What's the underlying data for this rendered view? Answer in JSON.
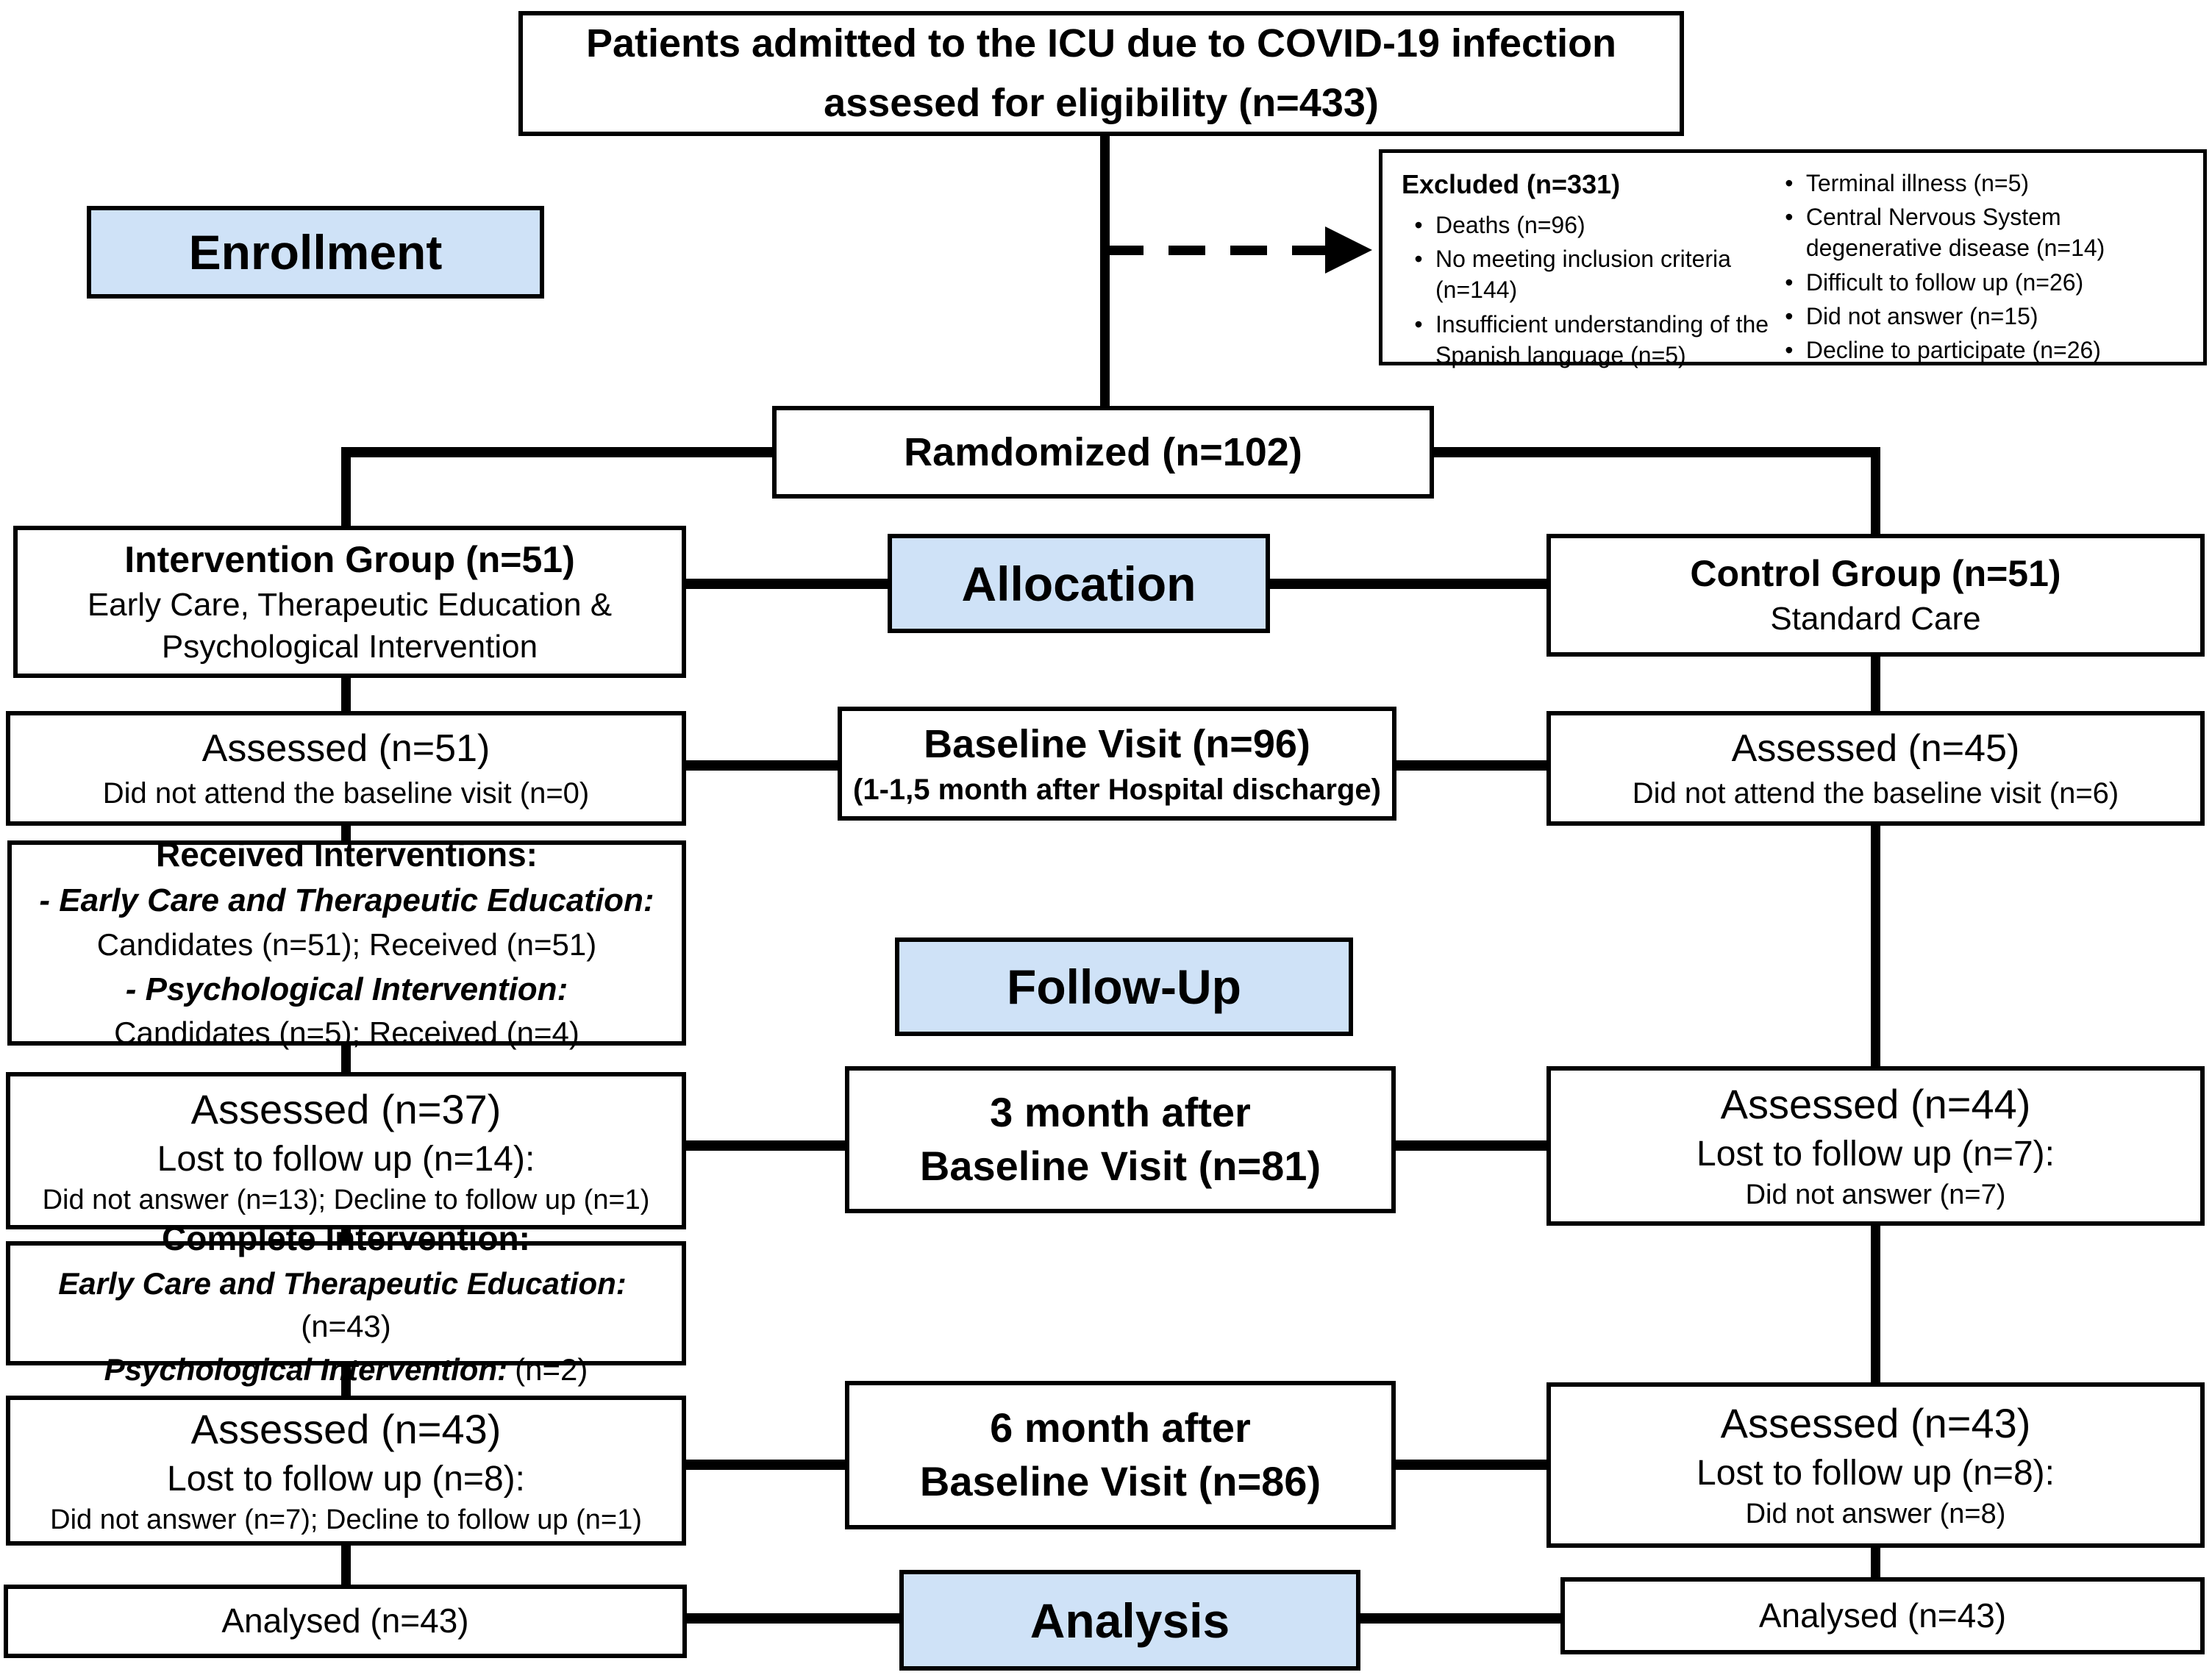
{
  "colors": {
    "stage_label_bg": "#cfe2f7",
    "line_color": "#000000",
    "box_bg": "#ffffff"
  },
  "icons": {
    "bullet": "•"
  },
  "stages": {
    "enrollment": "Enrollment",
    "allocation": "Allocation",
    "followup": "Follow-Up",
    "analysis": "Analysis"
  },
  "eligibility": {
    "text": "Patients admitted to the ICU due to COVID-19 infection assesed for eligibility (n=433)"
  },
  "excluded": {
    "title": "Excluded (n=331)",
    "left_items": [
      "Deaths (n=96)",
      "No meeting inclusion criteria (n=144)",
      "Insufficient understanding of the Spanish language (n=5)"
    ],
    "right_items": [
      "Terminal illness (n=5)",
      "Central Nervous System degenerative disease (n=14)",
      "Difficult to follow up (n=26)",
      "Did not answer (n=15)",
      "Decline to participate (n=26)"
    ]
  },
  "randomized": {
    "text": "Ramdomized (n=102)"
  },
  "intervention_group": {
    "title": "Intervention Group (n=51)",
    "subtitle_line1": "Early Care, Therapeutic Education &",
    "subtitle_line2": "Psychological Intervention"
  },
  "control_group": {
    "title": "Control Group (n=51)",
    "subtitle": "Standard Care"
  },
  "baseline_row": {
    "left": {
      "line1": "Assessed (n=51)",
      "line2": "Did not attend the baseline visit (n=0)"
    },
    "center": {
      "line1": "Baseline Visit (n=96)",
      "line2": "(1-1,5 month after Hospital discharge)"
    },
    "right": {
      "line1": "Assessed (n=45)",
      "line2": "Did not attend the baseline visit (n=6)"
    }
  },
  "received_interventions": {
    "title": "Received Interventions:",
    "item1_label": "- Early Care and Therapeutic Education:",
    "item1_value": "Candidates (n=51); Received (n=51)",
    "item2_label": "- Psychological Intervention:",
    "item2_value": "Candidates (n=5); Received (n=4)"
  },
  "month3_row": {
    "left": {
      "line1": "Assessed (n=37)",
      "line2": "Lost to follow up (n=14):",
      "line3": "Did not answer (n=13); Decline to follow up (n=1)"
    },
    "center": {
      "line1": "3 month after",
      "line2": "Baseline Visit (n=81)"
    },
    "right": {
      "line1": "Assessed (n=44)",
      "line2": "Lost to follow up (n=7):",
      "line3": "Did not answer (n=7)"
    }
  },
  "complete_intervention": {
    "title": "Complete Intervention:",
    "item1_label": "Early Care and Therapeutic Education:",
    "item1_value": "(n=43)",
    "item2_label": "Psychological Intervention:",
    "item2_value": "(n=2)"
  },
  "month6_row": {
    "left": {
      "line1": "Assessed (n=43)",
      "line2": "Lost to follow up (n=8):",
      "line3": "Did not answer (n=7); Decline to follow up (n=1)"
    },
    "center": {
      "line1": "6 month after",
      "line2": "Baseline Visit  (n=86)"
    },
    "right": {
      "line1": "Assessed (n=43)",
      "line2": "Lost to follow up (n=8):",
      "line3": "Did not answer (n=8)"
    }
  },
  "analysis_row": {
    "left": "Analysed (n=43)",
    "right": "Analysed (n=43)"
  }
}
